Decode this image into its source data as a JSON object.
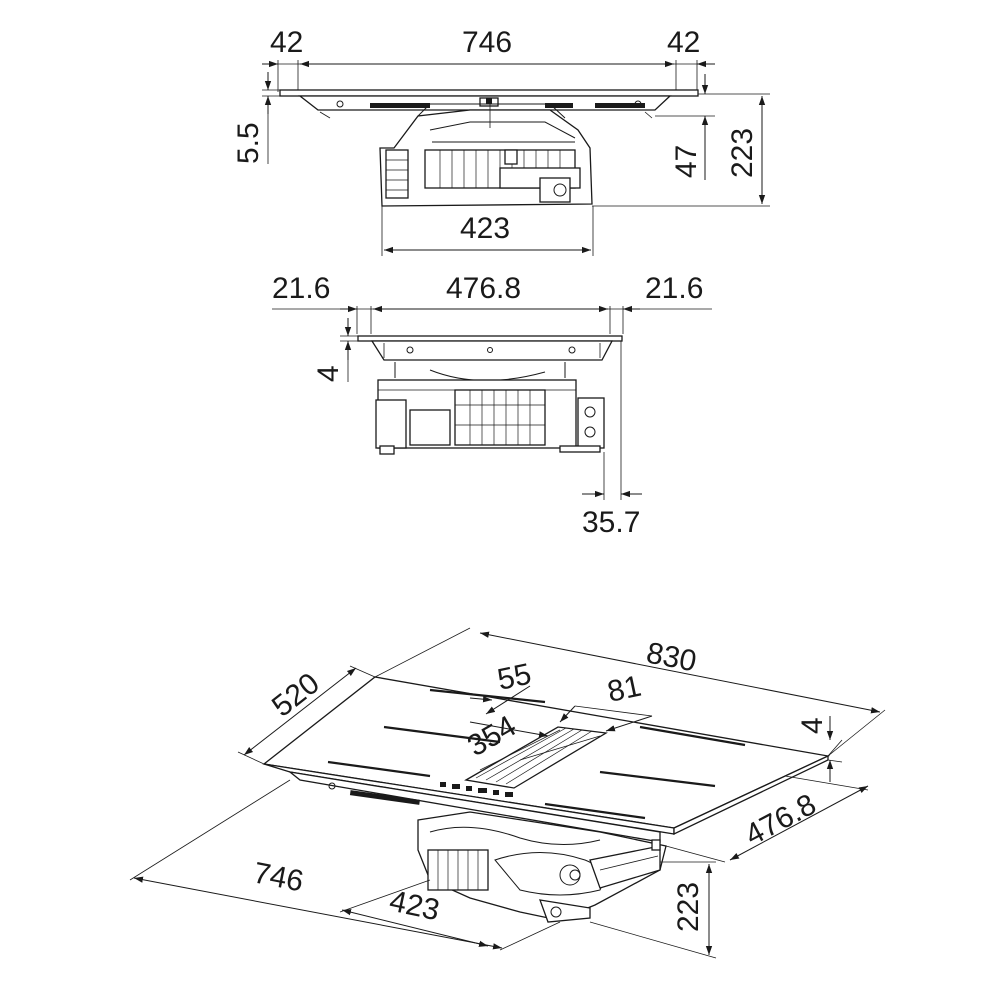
{
  "views": {
    "front": {
      "dims": {
        "left_margin": "42",
        "width": "746",
        "right_margin": "42",
        "glass_thickness": "5.5",
        "box_width": "423",
        "side_depth": "47",
        "total_height": "223"
      }
    },
    "side": {
      "dims": {
        "left_margin": "21.6",
        "width": "476.8",
        "right_margin": "21.6",
        "glass_thickness": "4",
        "offset": "35.7"
      }
    },
    "iso": {
      "dims": {
        "depth": "520",
        "length": "830",
        "extractor_gap": "55",
        "extractor_width": "81",
        "extractor_length": "354",
        "thickness": "4",
        "cutout_depth": "476.8",
        "height": "223",
        "cutout_width": "746",
        "box_width": "423"
      }
    }
  }
}
